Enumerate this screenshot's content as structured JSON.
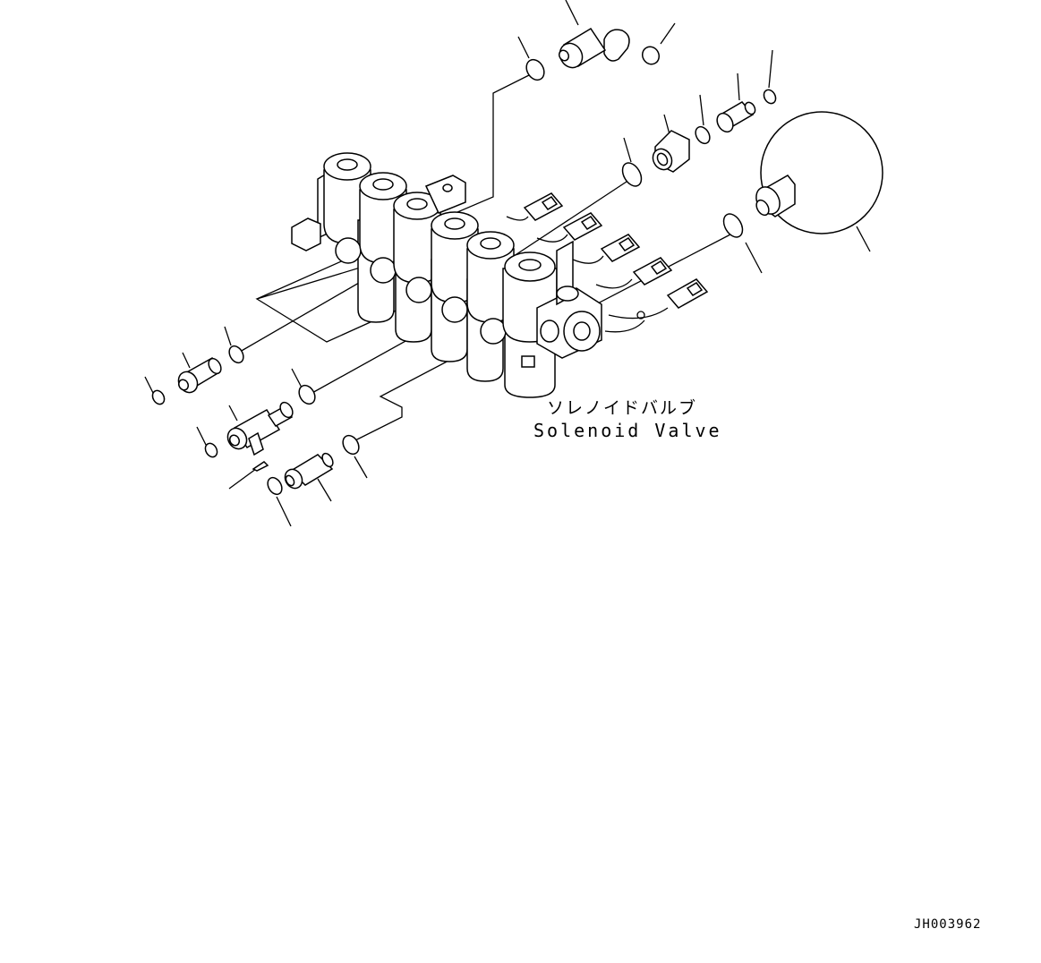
{
  "diagram": {
    "label_jp": "ソレノイドバルブ",
    "label_en": "Solenoid Valve",
    "drawing_code": "JH003962"
  }
}
